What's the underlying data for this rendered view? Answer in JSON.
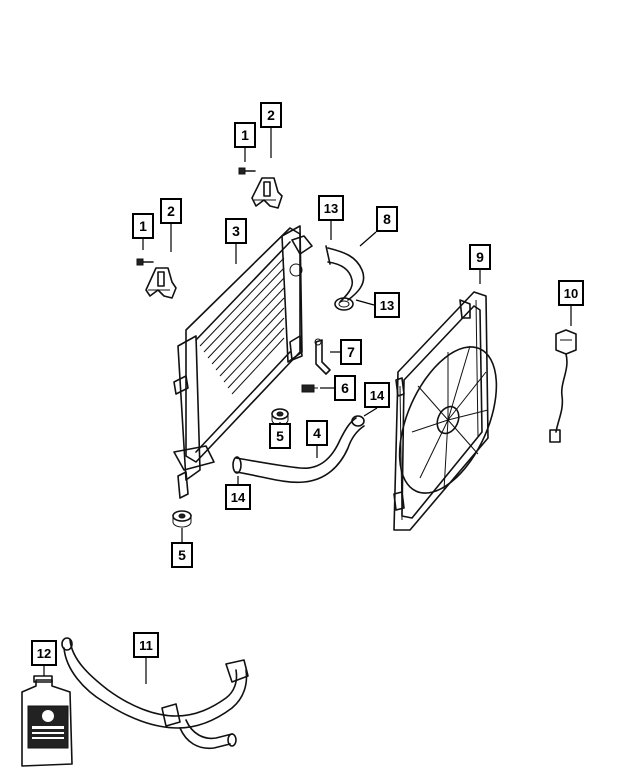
{
  "diagram": {
    "callouts": [
      {
        "id": "c1a",
        "label": "1"
      },
      {
        "id": "c2a",
        "label": "2"
      },
      {
        "id": "c1b",
        "label": "1"
      },
      {
        "id": "c2b",
        "label": "2"
      },
      {
        "id": "c3",
        "label": "3"
      },
      {
        "id": "c13a",
        "label": "13"
      },
      {
        "id": "c8",
        "label": "8"
      },
      {
        "id": "c13b",
        "label": "13"
      },
      {
        "id": "c9",
        "label": "9"
      },
      {
        "id": "c10",
        "label": "10"
      },
      {
        "id": "c7",
        "label": "7"
      },
      {
        "id": "c6",
        "label": "6"
      },
      {
        "id": "c14a",
        "label": "14"
      },
      {
        "id": "c5a",
        "label": "5"
      },
      {
        "id": "c4",
        "label": "4"
      },
      {
        "id": "c14b",
        "label": "14"
      },
      {
        "id": "c5b",
        "label": "5"
      },
      {
        "id": "c12",
        "label": "12"
      },
      {
        "id": "c11",
        "label": "11"
      }
    ],
    "colors": {
      "line": "#111111",
      "callout_border": "#000000",
      "background": "#ffffff"
    }
  }
}
